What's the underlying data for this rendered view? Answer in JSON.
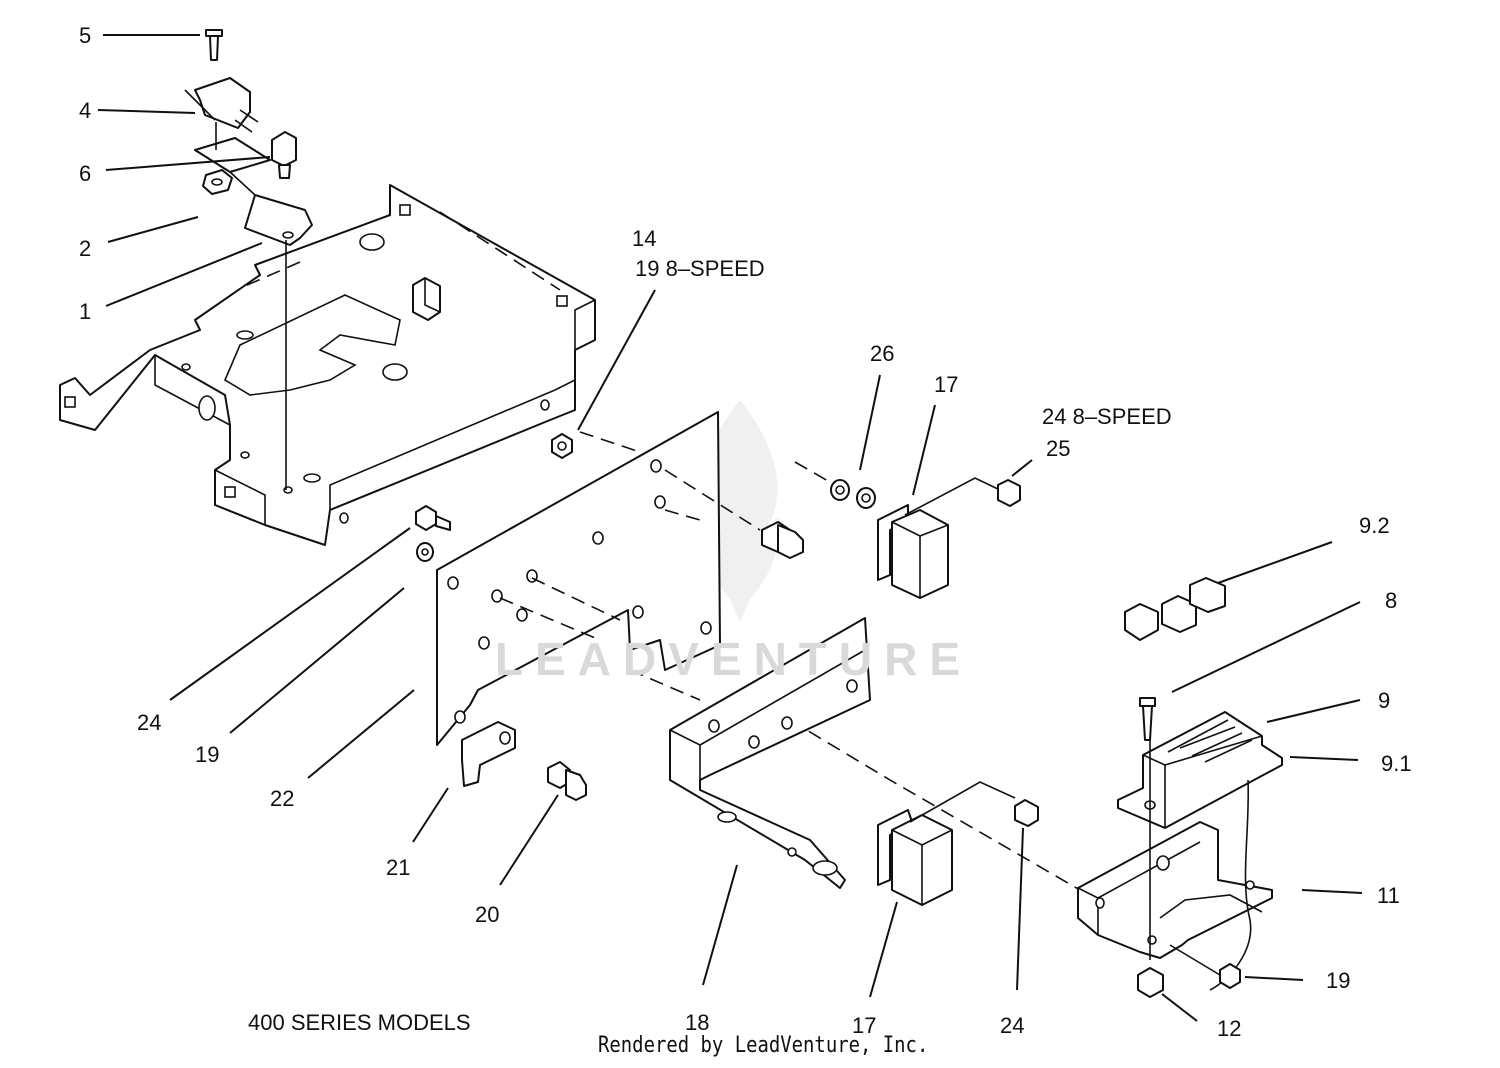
{
  "callouts": [
    {
      "id": "c5",
      "text": "5"
    },
    {
      "id": "c4",
      "text": "4"
    },
    {
      "id": "c6",
      "text": "6"
    },
    {
      "id": "c2",
      "text": "2"
    },
    {
      "id": "c1",
      "text": "1"
    },
    {
      "id": "c14",
      "text": "14"
    },
    {
      "id": "c19a",
      "text": "19   8–SPEED"
    },
    {
      "id": "c26",
      "text": "26"
    },
    {
      "id": "c17a",
      "text": "17"
    },
    {
      "id": "c24a",
      "text": "24   8–SPEED"
    },
    {
      "id": "c25",
      "text": "25"
    },
    {
      "id": "c92",
      "text": "9.2"
    },
    {
      "id": "c8",
      "text": "8"
    },
    {
      "id": "c9",
      "text": "9"
    },
    {
      "id": "c91",
      "text": "9.1"
    },
    {
      "id": "c11",
      "text": "11"
    },
    {
      "id": "c19b",
      "text": "19"
    },
    {
      "id": "c12",
      "text": "12"
    },
    {
      "id": "c24b",
      "text": "24"
    },
    {
      "id": "c17b",
      "text": "17"
    },
    {
      "id": "c18",
      "text": "18"
    },
    {
      "id": "c20",
      "text": "20"
    },
    {
      "id": "c21",
      "text": "21"
    },
    {
      "id": "c22",
      "text": "22"
    },
    {
      "id": "c19c",
      "text": "19"
    },
    {
      "id": "c24c",
      "text": "24"
    }
  ],
  "caption": "400 SERIES MODELS",
  "credit": "Rendered by LeadVenture, Inc.",
  "watermark": "LEADVENTURE"
}
